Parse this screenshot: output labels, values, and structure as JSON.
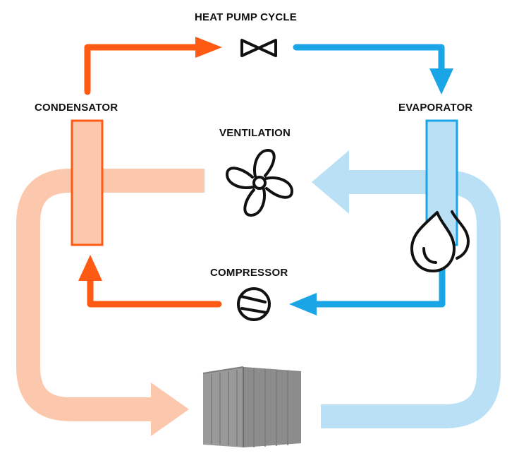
{
  "title": "HEAT PUMP CYCLE",
  "components": {
    "condensator": "CONDENSATOR",
    "evaporator": "EVAPORATOR",
    "ventilation": "VENTILATION",
    "compressor": "COMPRESSOR"
  },
  "icons": {
    "expansion_valve": "valve-icon",
    "fan": "fan-icon",
    "compressor": "compressor-icon",
    "water": "water-drops-icon",
    "container": "shipping-container-icon"
  },
  "colors": {
    "hot_line": "#ff5a14",
    "hot_light": "#fcc8ad",
    "cold_line": "#1aa6e6",
    "cold_light": "#b9e0f5",
    "icon": "#111111",
    "container": "#9a9a9a"
  }
}
